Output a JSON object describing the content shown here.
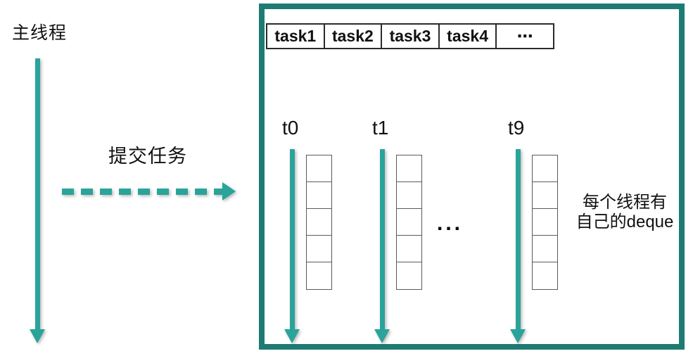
{
  "colors": {
    "teal": "#2AA49A",
    "teal_dark": "#1E7B73",
    "cell_border": "#5a5a5a",
    "text": "#111111"
  },
  "labels": {
    "main_thread": "主线程",
    "submit_task": "提交任务",
    "threads_ellipsis": "...",
    "deque_note_line1": "每个线程有",
    "deque_note_line2": "自己的deque"
  },
  "task_queue": {
    "cells": [
      "task1",
      "task2",
      "task3",
      "task4",
      "⋯"
    ]
  },
  "threads": [
    {
      "label": "t0",
      "deque_cells": 5
    },
    {
      "label": "t1",
      "deque_cells": 5
    },
    {
      "label": "t9",
      "deque_cells": 5
    }
  ]
}
